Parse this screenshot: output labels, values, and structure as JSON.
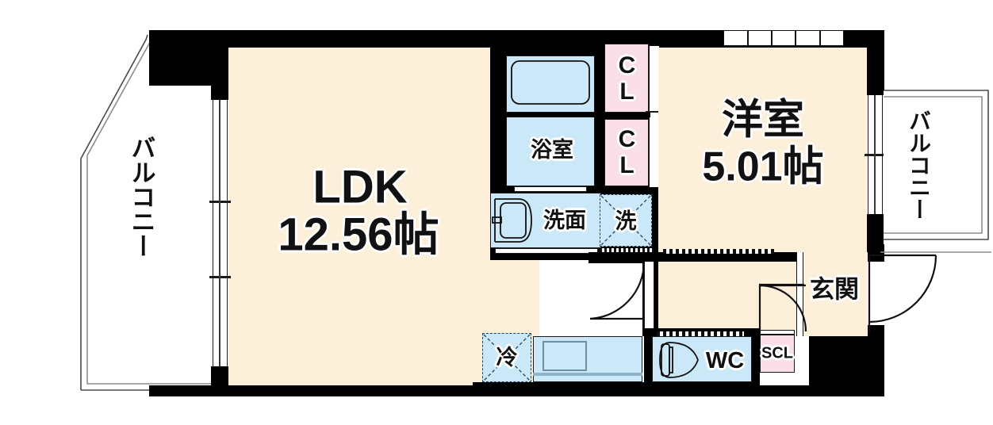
{
  "plan": {
    "type": "japanese-apartment-floor-plan",
    "unit_suffix": "帖"
  },
  "rooms": [
    {
      "key": "ldk",
      "label": "LDK",
      "area": "12.56帖"
    },
    {
      "key": "washitsu",
      "label": "洋室",
      "area": "5.01帖"
    },
    {
      "key": "bath",
      "label": "浴室",
      "area": ""
    },
    {
      "key": "washroom",
      "label": "洗面",
      "area": ""
    },
    {
      "key": "entrance",
      "label": "玄関",
      "area": ""
    }
  ],
  "labels": {
    "ldk_name": "LDK",
    "ldk_area": "12.56帖",
    "bedroom_name": "洋室",
    "bedroom_area": "5.01帖",
    "bath": "浴室",
    "washbasin": "洗面",
    "washer": "洗",
    "closet_upper": "CL",
    "closet_lower": "CL",
    "balcony_left": "バルコニー",
    "balcony_right": "バルコニー",
    "entrance": "玄関",
    "shoe_closet": "SCL",
    "toilet": "WC",
    "fridge": "冷"
  },
  "colors": {
    "room_fill": "#fdf0da",
    "wet_fill": "#cbe8f9",
    "closet_fill": "#fbdfe8",
    "wall": "#000000",
    "balcony_fill": "#ffffff",
    "outline": "#1a1a1a",
    "appliance_dash": "#24425e"
  },
  "fixtures": [
    {
      "name": "bathtub",
      "room": "浴室"
    },
    {
      "name": "washbasin-sink",
      "room": "洗面"
    },
    {
      "name": "washer-space",
      "room": "洗面"
    },
    {
      "name": "toilet-bowl",
      "room": "WC"
    },
    {
      "name": "kitchen-sink",
      "room": "LDK"
    },
    {
      "name": "refrigerator-space",
      "room": "LDK"
    }
  ],
  "openings": [
    {
      "name": "balcony-sliding-door-left",
      "panes": 3
    },
    {
      "name": "balcony-sliding-door-right",
      "panes": 3
    },
    {
      "name": "bedroom-window-top",
      "panes": 5
    },
    {
      "name": "entrance-door",
      "type": "hinged"
    },
    {
      "name": "bedroom-door",
      "type": "hinged"
    },
    {
      "name": "shoe-closet-door",
      "type": "hinged"
    }
  ]
}
